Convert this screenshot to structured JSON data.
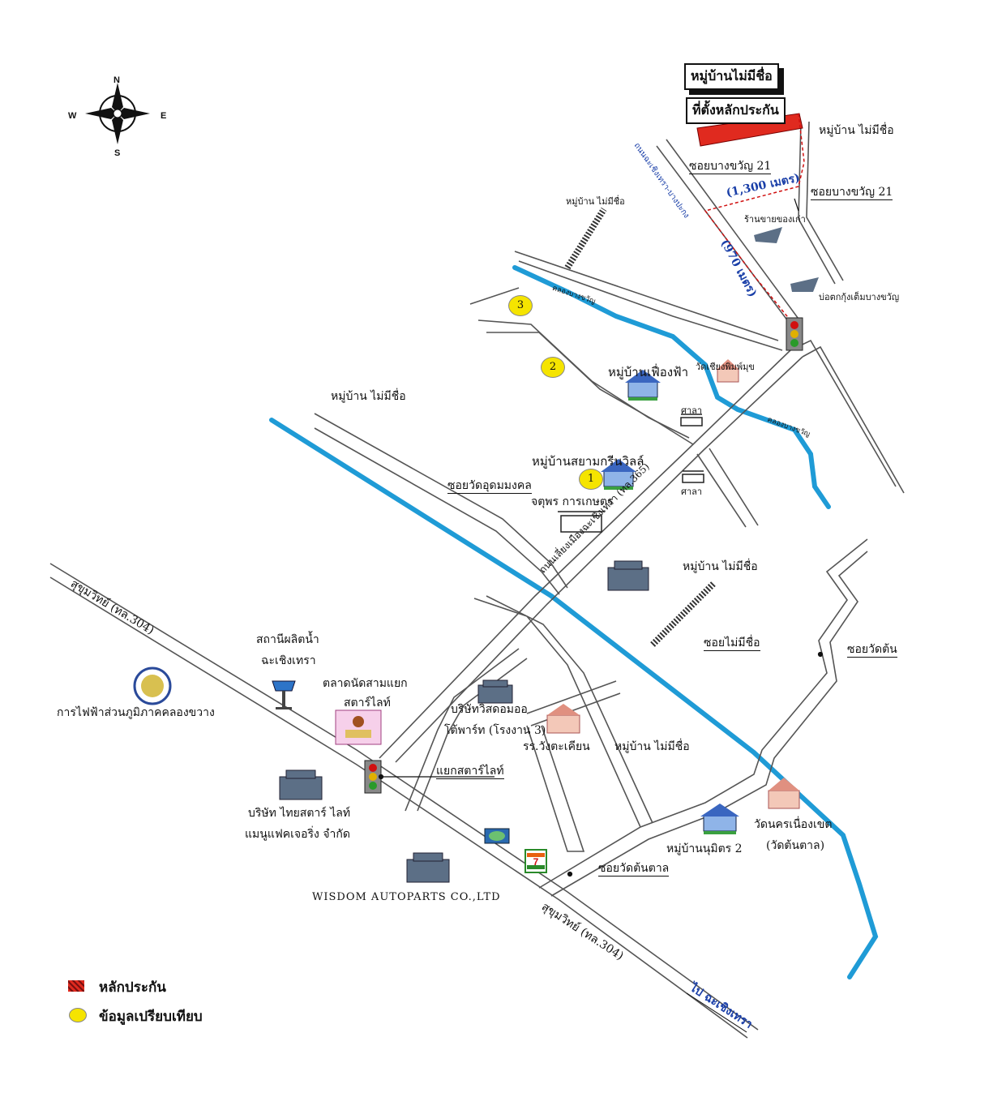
{
  "compass": {
    "n": "N",
    "s": "S",
    "e": "E",
    "w": "W"
  },
  "callouts": {
    "village_no_name_box": "หมู่บ้านไม่มีชื่อ",
    "collateral_location_box": "ที่ตั้งหลักประกัน"
  },
  "labels": {
    "village_no_name_top_right": "หมู่บ้าน ไม่มีชื่อ",
    "soi_bangkhwan_21a": "ซอยบางขวัญ 21",
    "soi_bangkhwan_21b": "ซอยบางขวัญ 21",
    "dist_1300": "(1,300 เมตร)",
    "dist_970": "(970 เมตร)",
    "shop_label": "ร้านขายของเก่า",
    "pond_label": "บ่อตกกุ้งเต็มบางขวัญ",
    "village_no_name_small": "หมู่บ้าน ไม่มีชื่อ",
    "canal_label_top": "คลองบางขวัญ",
    "canal_label_right": "คลองบางขวัญ",
    "village_fueangfa": "หมู่บ้านเฟื่องฟ้า",
    "wat_label": "วัดเชียงพิมพ์มุข",
    "sala_1": "ศาลา",
    "sala_2": "ศาลา",
    "village_no_name_left": "หมู่บ้าน ไม่มีชื่อ",
    "village_siam_green": "หมู่บ้านสยามกรีนวิลล์",
    "soi_wat_udom": "ซอยวัดอุดมมงคล",
    "jatuporn": "จตุพร การเกษตร",
    "road_365": "ถนนเลี่ยงเมืองฉะเชิงเทรา (ทล.365)",
    "road_top_left": "ถนนฉะเชิงเทรา-บางปะกง",
    "village_no_name_mid": "หมู่บ้าน ไม่มีชื่อ",
    "soi_no_name": "ซอยไม่มีชื่อ",
    "soi_wat_ton_right": "ซอยวัดต้น",
    "sukhumvit_top": "สุขุมวิทย์ (ทล.304)",
    "sukhumvit_bottom": "สุขุมวิทย์ (ทล.304)",
    "water_station_1": "สถานีผลิตน้ำ",
    "water_station_2": "ฉะเชิงเทรา",
    "pea": "การไฟฟ้าส่วนภูมิภาคคลองขวาง",
    "market_1": "ตลาดนัดสามแยก",
    "market_2": "สตาร์ไลท์",
    "company_1": "บริษัทวิสดอมออ",
    "company_2": "โต้พาร์ท (โรงงาน 3)",
    "school": "รร.วังตะเคียน",
    "village_no_name_bottom": "หมู่บ้าน ไม่มีชื่อ",
    "starlight_junction": "แยกสตาร์ไลท์",
    "thai_starlight_1": "บริษัท ไทยสตาร์ ไลท์",
    "thai_starlight_2": "แมนูแฟคเจอริ่ง จำกัด",
    "soi_wat_ton_tan": "ซอยวัดต้นตาล",
    "village_numit": "หมู่บ้านนุมิตร 2",
    "wat_nakhon_1": "วัดนครเนื่องเขต",
    "wat_nakhon_2": "(วัดต้นตาล)",
    "wisdom": "WISDOM AUTOPARTS CO.,LTD",
    "to_chachoengsao": "ไป ฉะเชิงเทรา"
  },
  "comparables": [
    "1",
    "2",
    "3"
  ],
  "legend": {
    "collateral": "หลักประกัน",
    "comparable": "ข้อมูลเปรียบเทียบ"
  },
  "colors": {
    "canal": "#1f9bd6",
    "collateral": "#e02a1f",
    "comparable": "#f5e400",
    "route": "#d01010",
    "road_label": "#1a3fa8"
  }
}
